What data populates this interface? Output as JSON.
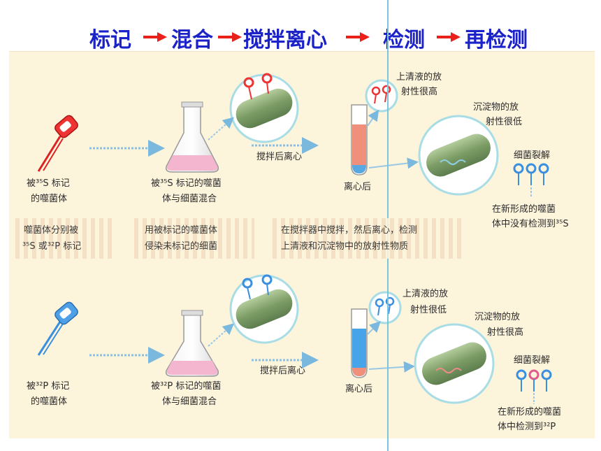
{
  "header": {
    "steps": [
      "标记",
      "混合",
      "搅拌离心",
      "检测",
      "再检测"
    ]
  },
  "top_row": {
    "phage_label_1": "被³⁵S 标记",
    "phage_label_2": "的噬菌体",
    "flask_label_1": "被³⁵S 标记的噬菌",
    "flask_label_2": "体与细菌混合",
    "centrifuge_arrow": "搅拌后离心",
    "tube_label": "离心后",
    "supernatant_1": "上清液的放",
    "supernatant_2": "射性很高",
    "sediment_1": "沉淀物的放",
    "sediment_2": "射性很低",
    "lysis": "细菌裂解",
    "result_1": "在新形成的噬菌",
    "result_2": "体中没有检测到³⁵S"
  },
  "middle_row": {
    "note_a_1": "噬菌体分别被",
    "note_a_2": "³⁵S 或³²P 标记",
    "note_b_1": "用被标记的噬菌体",
    "note_b_2": "侵染未标记的细菌",
    "note_c_1": "在搅拌器中搅拌，然后离心，检测",
    "note_c_2": "上清液和沉淀物中的放射性物质"
  },
  "bottom_row": {
    "phage_label_1": "被³²P 标记",
    "phage_label_2": "的噬菌体",
    "flask_label_1": "被³²P 标记的噬菌",
    "flask_label_2": "体与细菌混合",
    "centrifuge_arrow": "搅拌后离心",
    "tube_label": "离心后",
    "supernatant_1": "上清液的放",
    "supernatant_2": "射性很低",
    "sediment_1": "沉淀物的放",
    "sediment_2": "射性很高",
    "lysis": "细菌裂解",
    "result_1": "在新形成的噬菌",
    "result_2": "体中检测到³²P"
  },
  "colors": {
    "header_text": "#1a22c8",
    "header_arrow": "#e8221b",
    "panel": "#fdf4dc",
    "red_label": "#e8403a",
    "blue_label": "#3a8fe0",
    "bacterium": "#8faf7a",
    "circle_border": "#a9dde6"
  }
}
